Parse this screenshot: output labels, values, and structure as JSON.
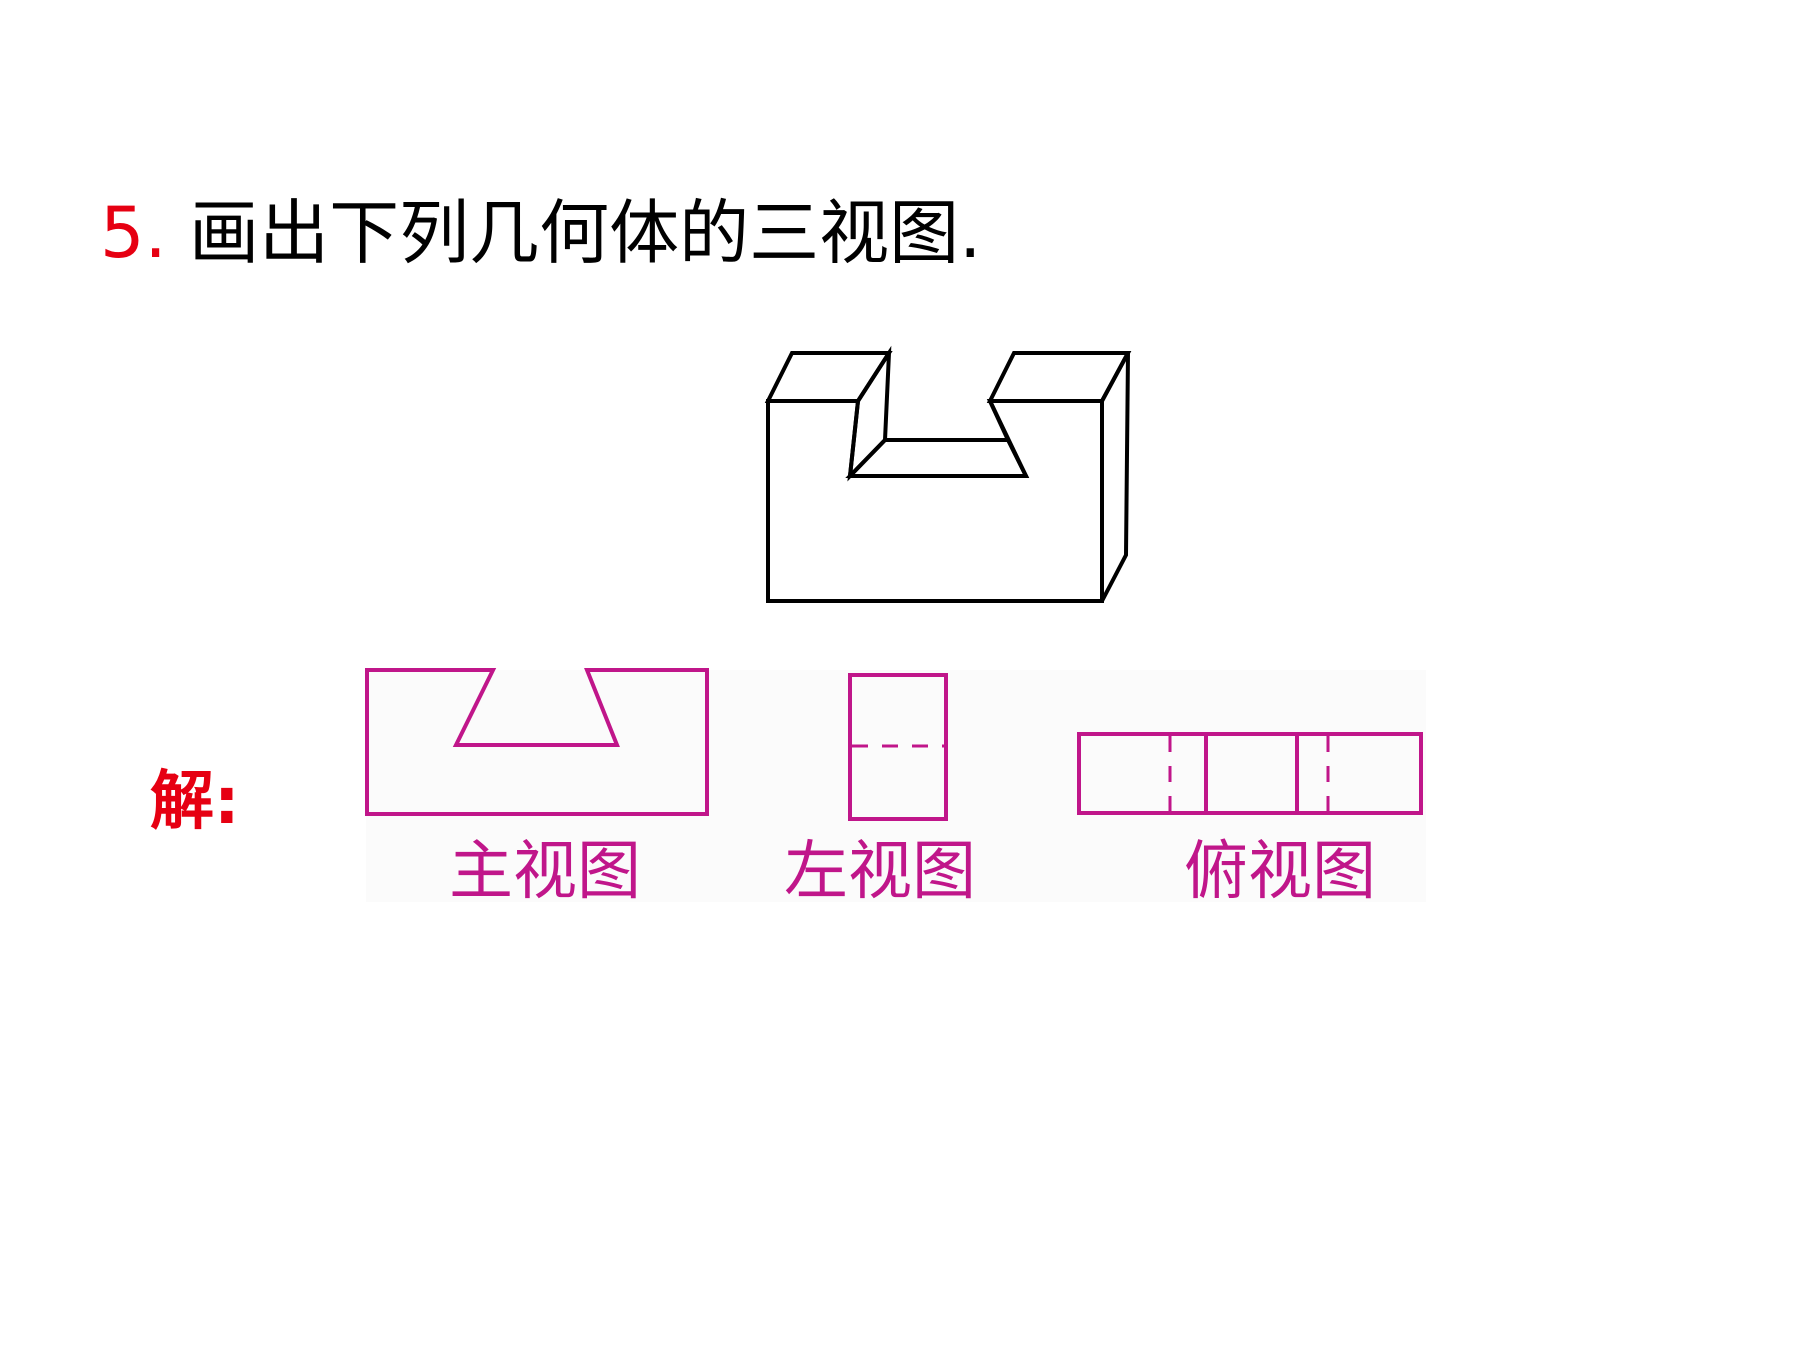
{
  "question": {
    "number": "5",
    "separator": ".",
    "text": "画出下列几何体的三视图."
  },
  "answer": {
    "label": "解:"
  },
  "views": [
    {
      "label": "主视图"
    },
    {
      "label": "左视图"
    },
    {
      "label": "俯视图"
    }
  ],
  "colors": {
    "accent_red": "#e60012",
    "view_magenta": "#c0168a",
    "line_black": "#000000"
  }
}
